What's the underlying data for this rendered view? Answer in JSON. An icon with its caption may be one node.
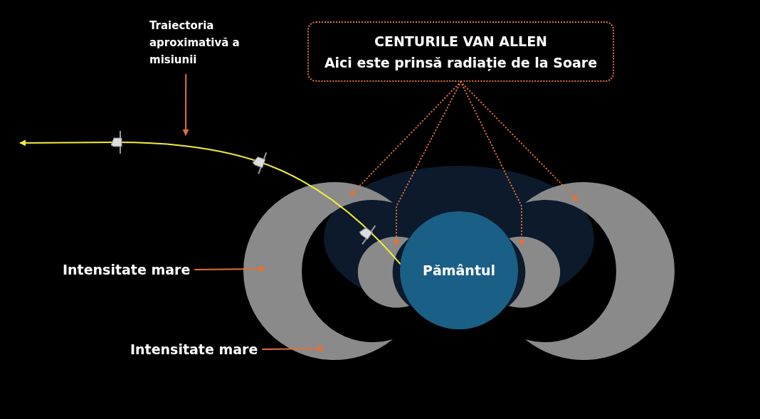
{
  "diagram": {
    "nodes": [
      {
        "text": [
          "CENTURILE VAN ALLEN",
          "Aici este prinsă radiație de la Soare"
        ]
      },
      {
        "text": [
          "Pământul"
        ]
      },
      {
        "text": [
          "Traiectoria aproximativă a misiunii"
        ]
      },
      {
        "text": [
          "Intensitate mare"
        ]
      },
      {
        "text": [
          "Intensitate mare"
        ]
      },
      {
        "text": [],
        "shape": "crescent"
      },
      {
        "text": [],
        "shape": "crescent"
      },
      {
        "text": [],
        "shape": "crescent"
      },
      {
        "text": [],
        "shape": "crescent"
      }
    ],
    "edges": [
      {
        "from": 0,
        "to": 5,
        "arrow": "to",
        "style": "dashed"
      },
      {
        "from": 0,
        "to": 6,
        "arrow": "to",
        "style": "dashed"
      },
      {
        "from": 0,
        "to": 7,
        "arrow": "to",
        "style": "dashed"
      },
      {
        "from": 0,
        "to": 8,
        "arrow": "to",
        "style": "dashed"
      },
      {
        "from": 2,
        "to": null,
        "arrow": "to"
      },
      {
        "from": 1,
        "to": null,
        "arrow": "to",
        "color": "#f2ee3a"
      },
      {
        "from": 3,
        "to": 5,
        "arrow": "other"
      },
      {
        "from": 4,
        "to": 5,
        "arrow": "other"
      }
    ]
  }
}
